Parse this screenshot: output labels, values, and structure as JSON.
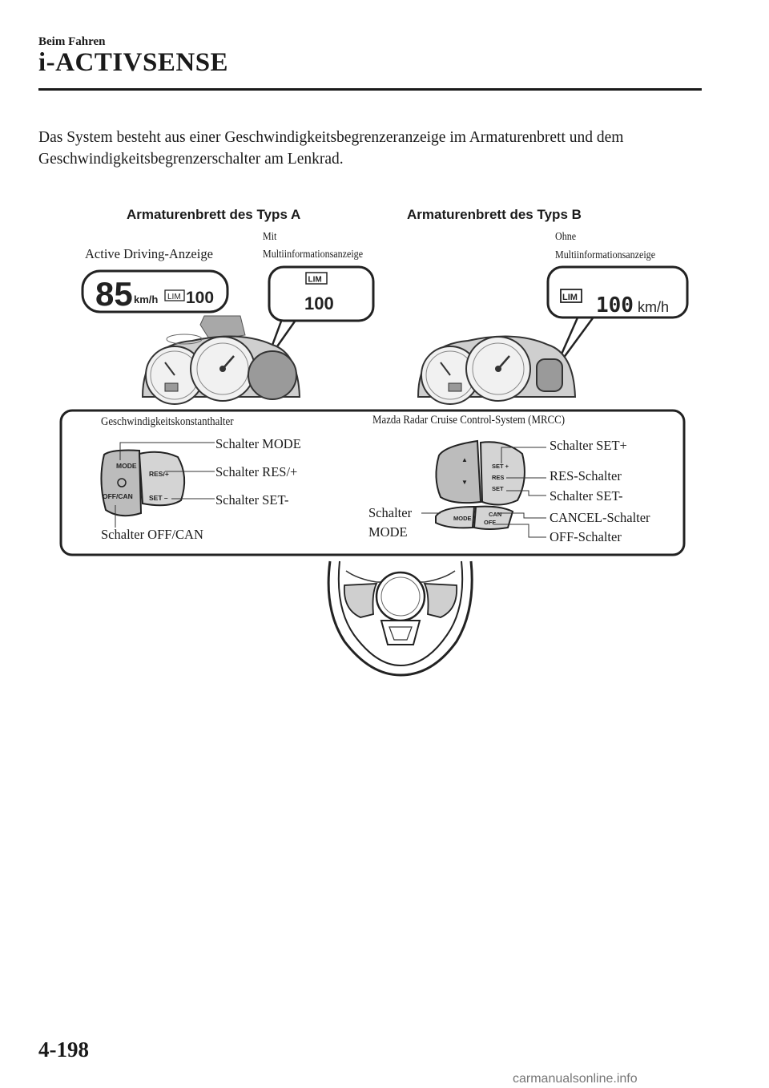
{
  "header": {
    "section": "Beim Fahren",
    "title": "i-ACTIVSENSE"
  },
  "intro_text": "Das System besteht aus einer Geschwindigkeitsbegrenzeranzeige im Armaturenbrett und dem Geschwindigkeitsbegrenzerschalter am Lenkrad.",
  "figure": {
    "type_a": {
      "heading": "Armaturenbrett des Typs A",
      "active_driving_label": "Active Driving-Anzeige",
      "with_mid_label_1": "Mit",
      "with_mid_label_2": "Multiinformationsanzeige",
      "ad_speed": "85",
      "ad_unit": "km/h",
      "ad_lim": "LIM",
      "ad_limit": "100",
      "mid_lim": "LIM",
      "mid_limit": "100"
    },
    "type_b": {
      "heading": "Armaturenbrett des Typs B",
      "without_mid_label_1": "Ohne",
      "without_mid_label_2": "Multiinformationsanzeige",
      "lim": "LIM",
      "limit": "100",
      "unit": "km/h"
    },
    "cruise_control": {
      "heading": "Geschwindigkeitskonstanthalter",
      "labels": {
        "mode": "Schalter MODE",
        "res_plus": "Schalter RES/+",
        "set_minus": "Schalter SET-",
        "off_can": "Schalter OFF/CAN"
      },
      "button_text": {
        "mode": "MODE",
        "res": "RES/+",
        "set": "SET –",
        "offcan": "OFF/CAN"
      }
    },
    "mrcc": {
      "heading": "Mazda Radar Cruise Control-System (MRCC)",
      "labels": {
        "set_plus": "Schalter SET+",
        "res": "RES-Schalter",
        "set_minus": "Schalter SET-",
        "cancel": "CANCEL-Schalter",
        "off": "OFF-Schalter",
        "mode_1": "Schalter",
        "mode_2": "MODE"
      },
      "button_text": {
        "set_plus": "SET +",
        "res": "RES",
        "set_minus": "SET",
        "mode": "MODE",
        "can": "CAN",
        "off": "OFF"
      }
    }
  },
  "footer": {
    "page_number": "4-198",
    "watermark": "carmanualsonline.info"
  }
}
